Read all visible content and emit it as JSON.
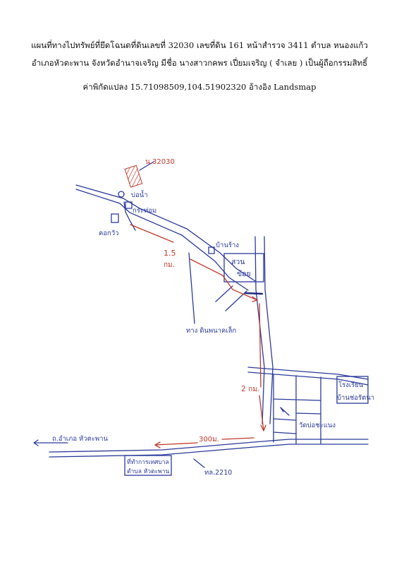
{
  "header": {
    "line1": "แผนที่ทางไปทรัพย์ที่ยึดโฉนดที่ดินเลขที่ 32030 เลขที่ดิน 161 หน้าสำรวจ 3411 ตำบล หนองแก้ว",
    "line2": "อำเภอหัวตะพาน จังหวัดอำนาจเจริญ มีชื่อ นางสาวกคพร เปี่ยมเจริญ ( จำเลย ) เป็นผู้ถือกรรมสิทธิ์",
    "line3": "ค่าพิกัดแปลง 15.71098509,104.51902320 อ้างอิง Landsmap"
  },
  "labels": {
    "parcel": "น.32030",
    "well": "บ่อน้ำ",
    "hut": "กระท่อม",
    "barn": "คอกวัว",
    "dist1": "1.5",
    "unit1": "กม.",
    "house": "บ้านร้าง",
    "garden1": "สวน",
    "garden2": "ข้อย",
    "dirt_road": "ทาง ดินพนาคเล็ก",
    "dist2": "2 กม.",
    "school1": "โรงเรียน",
    "school2": "บ้านช่อรัตนา",
    "temple": "วัดบ่อชะแนง",
    "to_district": "ถ.อำเภอ หัวตะพาน",
    "dist3": "300ม.",
    "village1": "ที่ทำการเทศบาล",
    "village2": "ตำบล หัวตะพาน",
    "highway": "ทล.2210"
  },
  "colors": {
    "ink": "#2b3a9a",
    "red": "#c0392b"
  }
}
